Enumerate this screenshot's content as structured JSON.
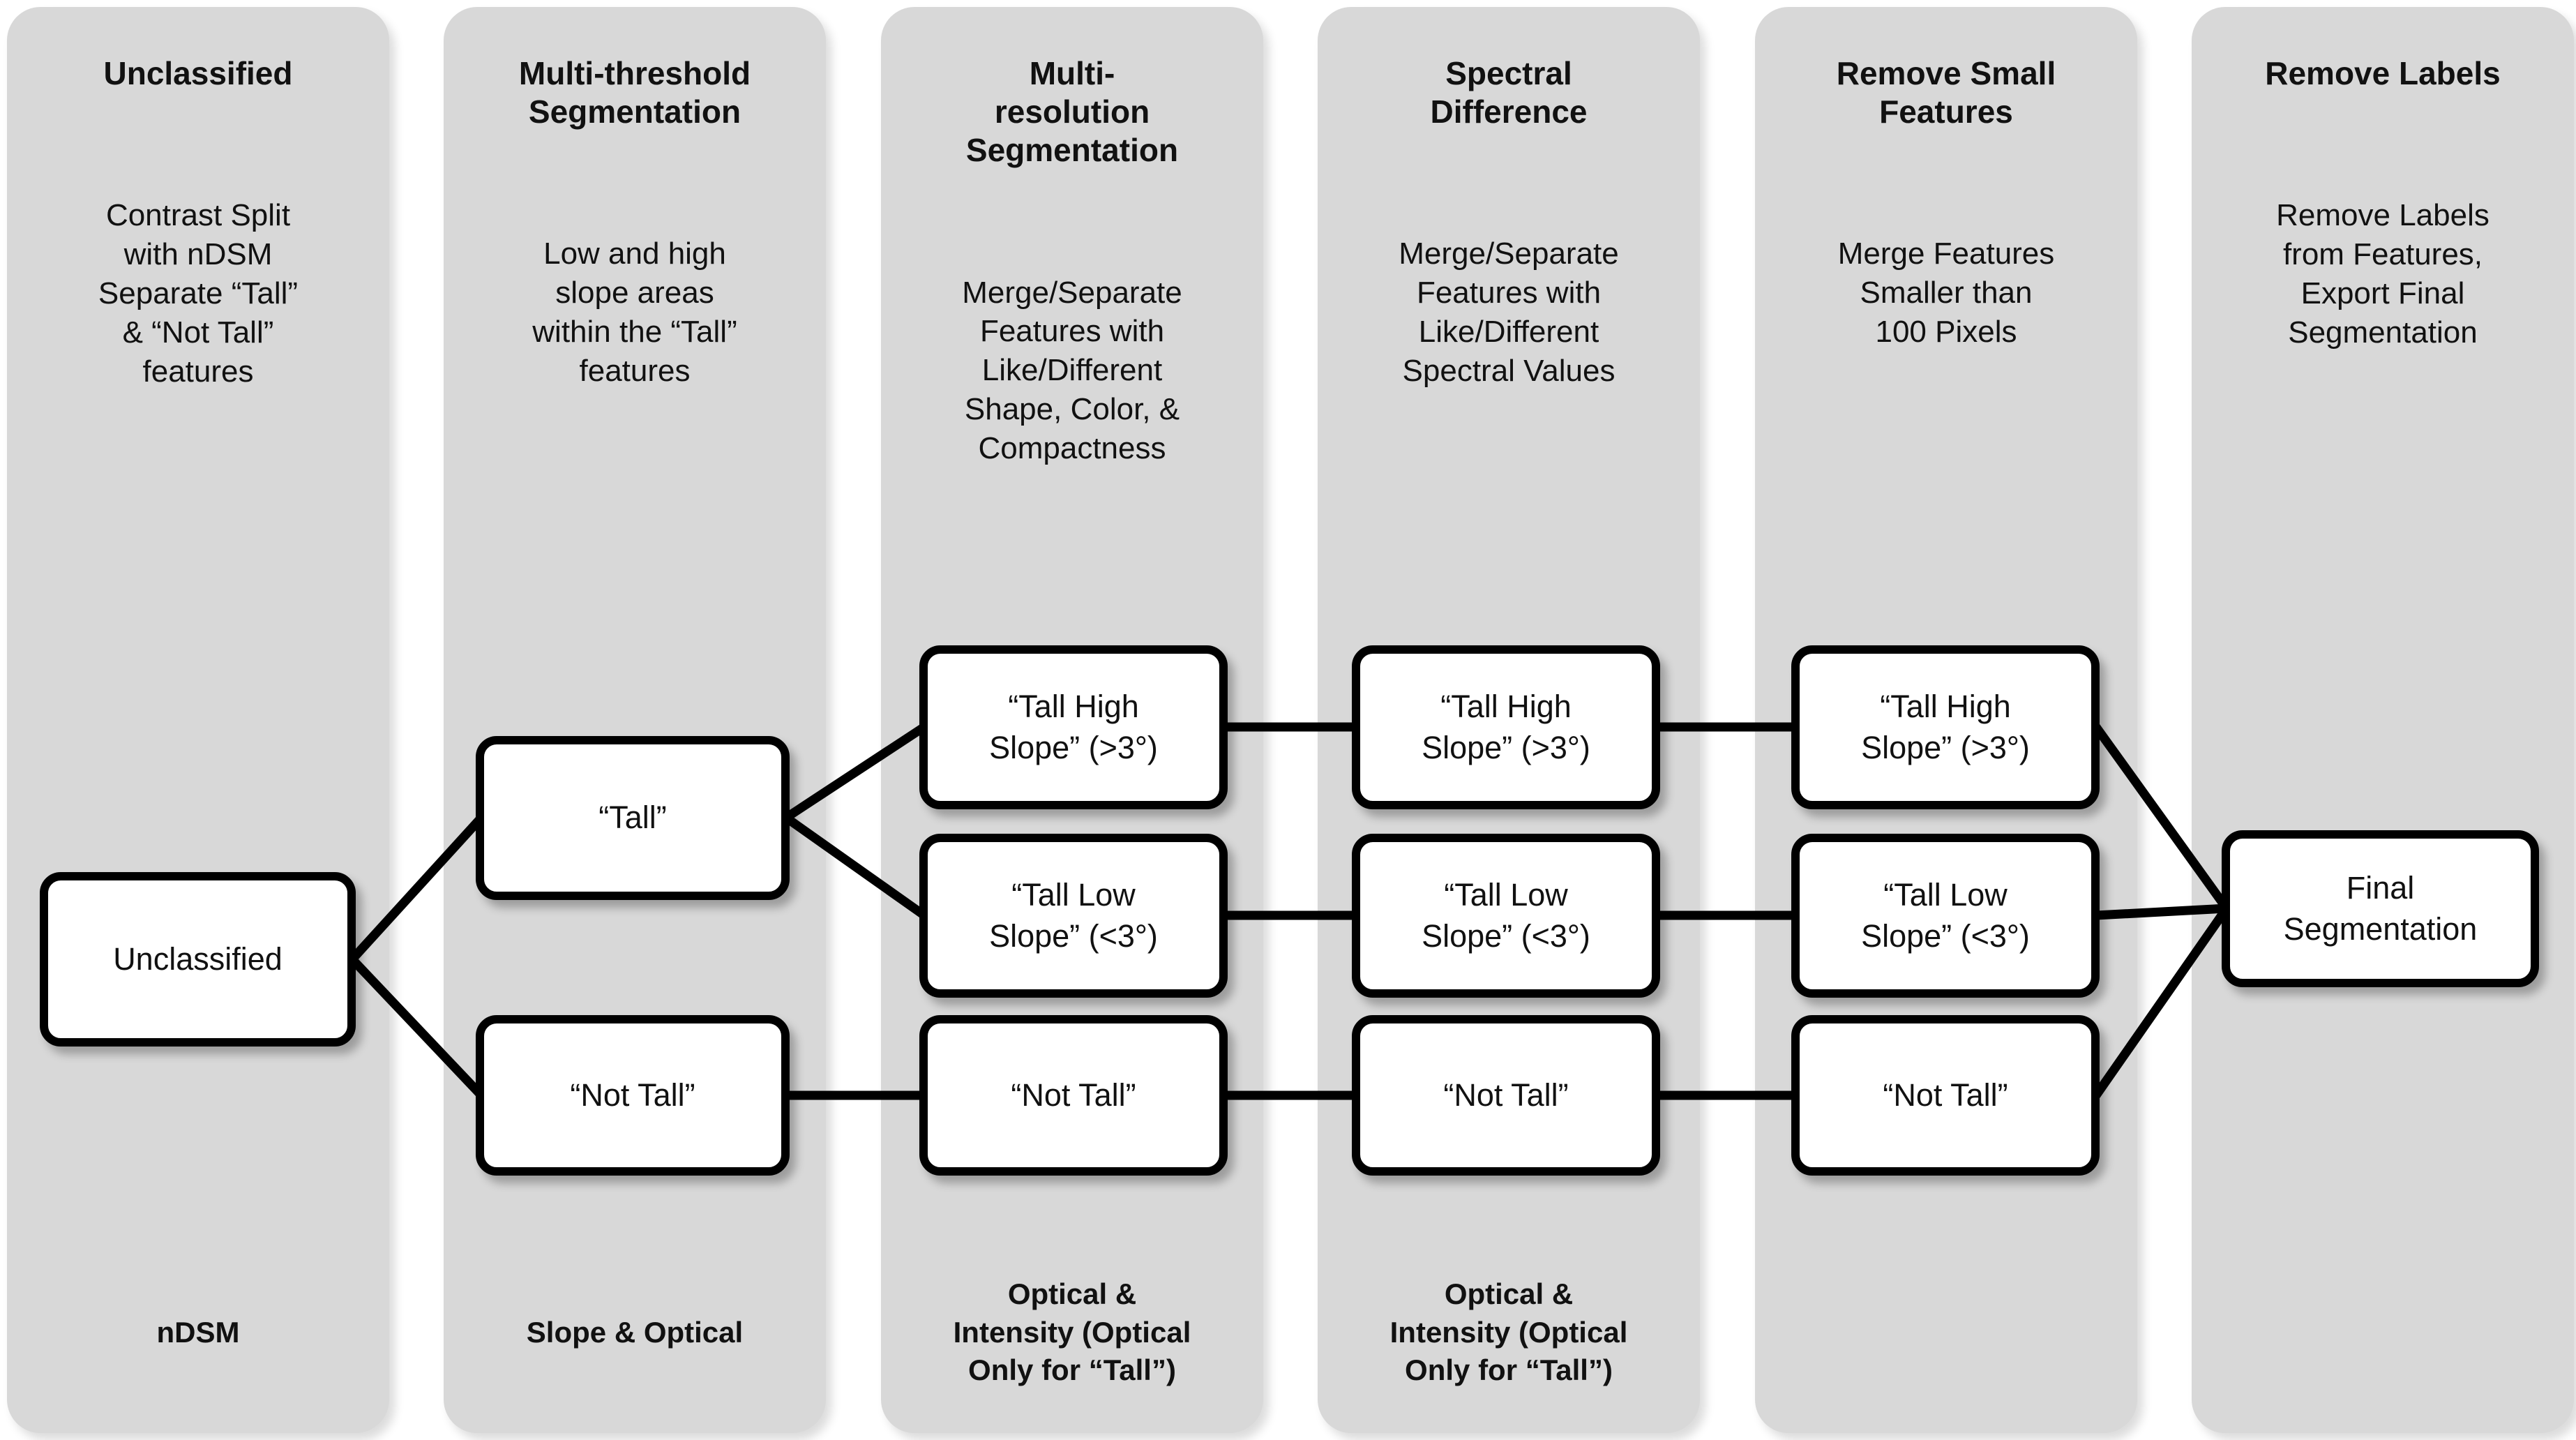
{
  "diagram": {
    "columns": [
      {
        "header": "Unclassified",
        "description": "Contrast Split\nwith nDSM\nSeparate “Tall”\n& “Not Tall”\nfeatures",
        "footer": "nDSM"
      },
      {
        "header": "Multi-threshold\nSegmentation",
        "description": "Low and high\nslope areas\nwithin the “Tall”\nfeatures",
        "footer": "Slope & Optical"
      },
      {
        "header": "Multi-\nresolution\nSegmentation",
        "description": "Merge/Separate\nFeatures with\nLike/Different\nShape, Color, &\nCompactness",
        "footer": "Optical &\nIntensity (Optical\nOnly for “Tall”)"
      },
      {
        "header": "Spectral\nDifference",
        "description": "Merge/Separate\nFeatures with\nLike/Different\nSpectral Values",
        "footer": "Optical &\nIntensity (Optical\nOnly for “Tall”)"
      },
      {
        "header": "Remove Small\nFeatures",
        "description": "Merge Features\nSmaller than\n100 Pixels",
        "footer": ""
      },
      {
        "header": "Remove Labels",
        "description": "Remove Labels\nfrom Features,\nExport Final\nSegmentation",
        "footer": ""
      }
    ],
    "nodes": {
      "unclassified": "Unclassified",
      "tall": "“Tall”",
      "not_tall": "“Not Tall”",
      "tall_high": "“Tall High\nSlope” (>3°)",
      "tall_low": "“Tall Low\nSlope” (<3°)",
      "final": "Final\nSegmentation"
    },
    "colors": {
      "column_fill": "#d8d8d8",
      "node_fill": "#ffffff",
      "node_border": "#000000",
      "line": "#000000",
      "text": "#111111"
    }
  }
}
